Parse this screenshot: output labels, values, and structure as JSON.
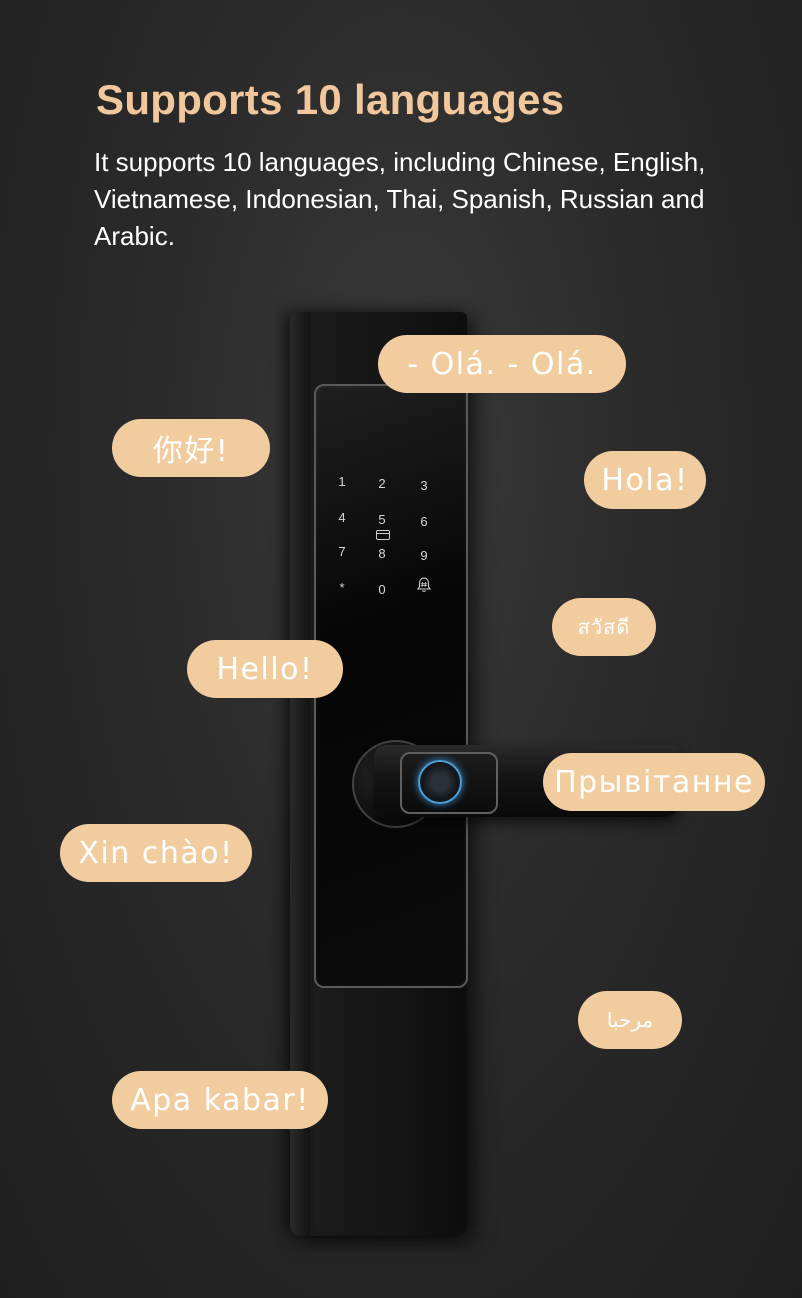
{
  "headline": "Supports 10 languages",
  "description": "It supports 10 languages, including Chinese, English, Vietnamese, Indonesian, Thai, Spanish, Russian and Arabic.",
  "keypad": {
    "keys": [
      "1",
      "2",
      "3",
      "4",
      "5",
      "6",
      "7",
      "8",
      "9",
      "*",
      "0"
    ],
    "icons": [
      "card-icon",
      "bell-icon"
    ]
  },
  "greetings": {
    "portuguese": "- Olá. - Olá.",
    "chinese": "你好!",
    "spanish": "Hola!",
    "thai": "สวัสดี",
    "english": "Hello!",
    "belarusian": "Прывітанне",
    "vietnamese": "Xin chào!",
    "arabic": "مرحبا",
    "indonesian": "Apa kabar!"
  },
  "colors": {
    "headline": "#f2c79c",
    "bubble": "#f1cc9f",
    "fingerprint_ring": "#4f9ed6"
  }
}
